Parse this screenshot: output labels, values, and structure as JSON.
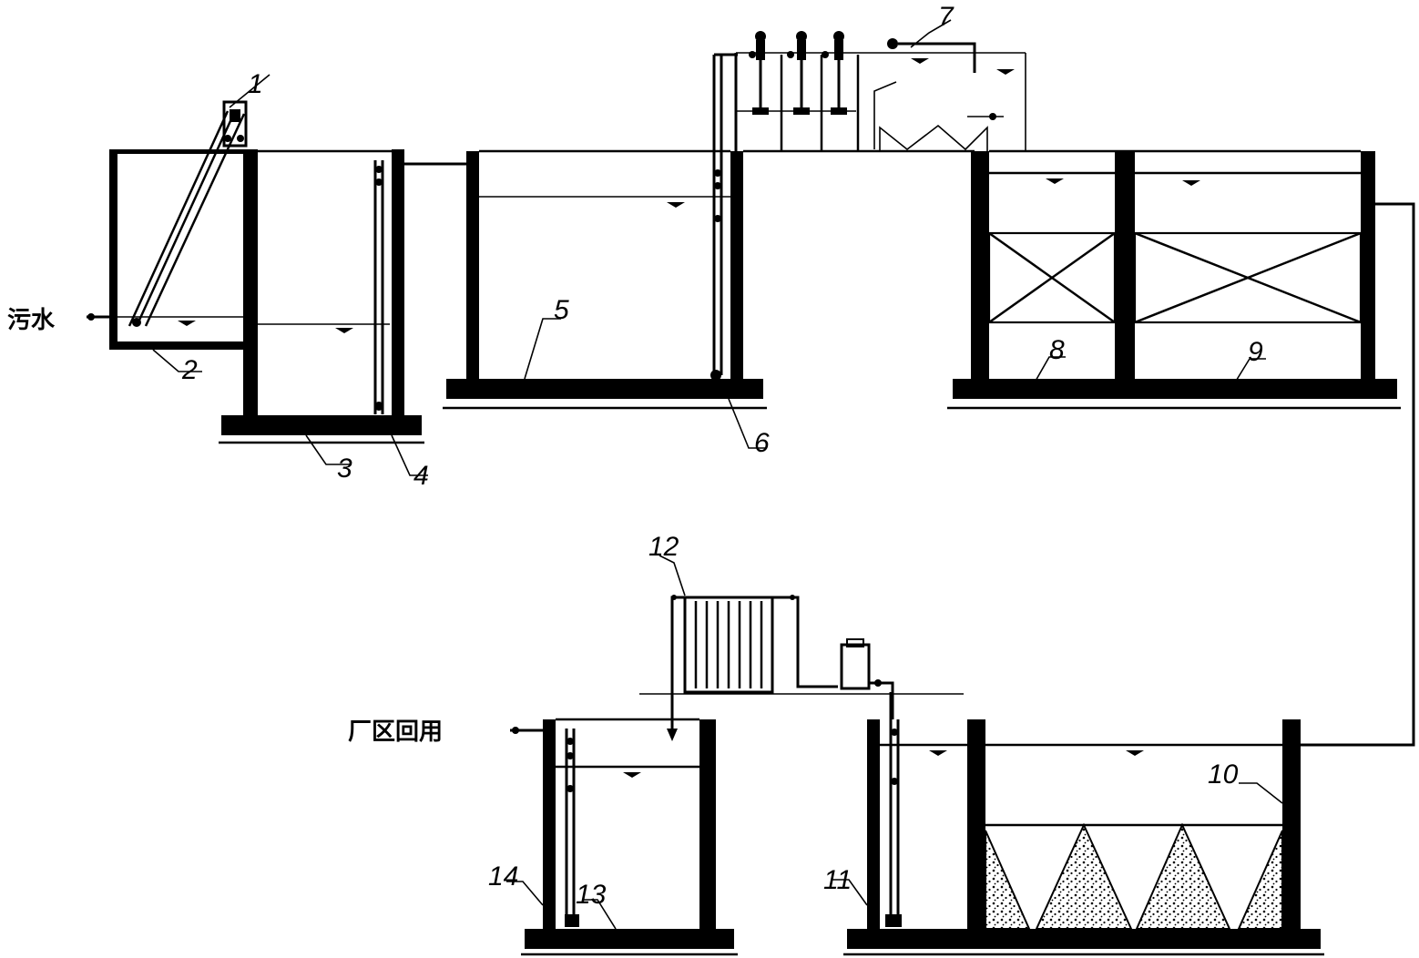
{
  "labels": {
    "inlet": "污水",
    "outlet": "厂区回用",
    "n1": "1",
    "n2": "2",
    "n3": "3",
    "n4": "4",
    "n5": "5",
    "n6": "6",
    "n7": "7",
    "n8": "8",
    "n9": "9",
    "n10": "10",
    "n11": "11",
    "n12": "12",
    "n13": "13",
    "n14": "14"
  }
}
